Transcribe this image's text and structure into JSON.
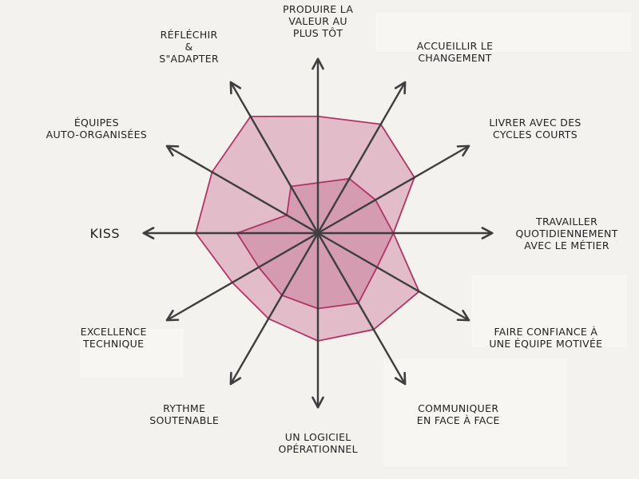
{
  "chart_data": {
    "type": "radar",
    "axes": [
      "Produire la\nvaleur au\nplus tôt",
      "Accueillir le\nchangement",
      "Livrer avec des\ncycles courts",
      "Travailler\nquotidiennement\navec le métier",
      "Faire confiance à\nune équipe motivée",
      "Communiquer\nen face à face",
      "Un logiciel\nopérationnel",
      "Rythme\nsoutenable",
      "Excellence\ntechnique",
      "KISS",
      "Équipes\nauto-organisées",
      "Réfléchir\n&\nS\"adapter"
    ],
    "series": [
      {
        "values": [
          0.65,
          0.7,
          0.62,
          0.42,
          0.65,
          0.62,
          0.6,
          0.55,
          0.55,
          0.68,
          0.68,
          0.75
        ]
      },
      {
        "values": [
          0.28,
          0.35,
          0.37,
          0.42,
          0.38,
          0.45,
          0.42,
          0.4,
          0.38,
          0.45,
          0.2,
          0.3
        ]
      }
    ],
    "range": [
      0,
      1
    ],
    "colors": {
      "outer_fill": "#e2bcc9",
      "inner_fill": "#d49bb1",
      "stroke": "#b03464",
      "axis": "#3e3e3e"
    }
  }
}
